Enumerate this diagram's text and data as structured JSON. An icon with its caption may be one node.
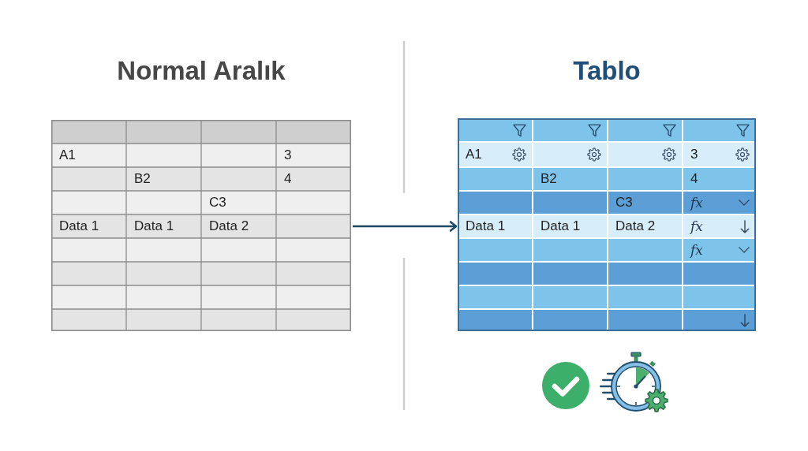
{
  "diagram": {
    "nodes": [
      {
        "text": [
          "Normal Aralık"
        ]
      },
      {
        "text": [
          "Tablo"
        ]
      }
    ],
    "edges": [
      {
        "from": 0,
        "to": 1,
        "arrow": "to"
      }
    ],
    "labels": [
      "A1",
      "3",
      "B2",
      "4",
      "C3",
      "Data 1",
      "Data 1",
      "Data 2",
      "A1",
      "3",
      "B2",
      "4",
      "C3",
      "fx",
      "Data 1",
      "Data 1",
      "Data 2",
      "fx",
      "fx"
    ]
  }
}
